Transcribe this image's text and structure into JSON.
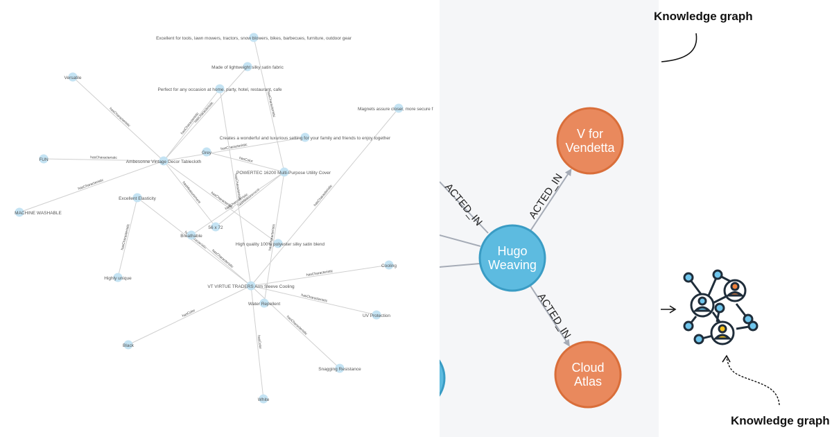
{
  "left_graph": {
    "nodes": [
      {
        "id": "excellent_tools",
        "label": "Excellent for tools, lawn mowers, tractors, snow blowers, bikes, barbecues, furniture, outdoor gear"
      },
      {
        "id": "satin_fabric",
        "label": "Made of lightweight silky satin fabric"
      },
      {
        "id": "versatile",
        "label": "Versatile"
      },
      {
        "id": "occasion",
        "label": "Perfect for any occasion at home, party, hotel, restaurant, cafe"
      },
      {
        "id": "magnets",
        "label": "Magnets assure closer, more secure f"
      },
      {
        "id": "creates",
        "label": "Creates a wonderful and luxurious setting for your family and friends to enjoy together"
      },
      {
        "id": "grey",
        "label": "Grey"
      },
      {
        "id": "fun",
        "label": "FUN"
      },
      {
        "id": "ambesonne",
        "label": "Ambesonne Vintage Decor Tablecloth"
      },
      {
        "id": "powertec",
        "label": "POWERTEC 16200 Multi-Purpose Utility Cover"
      },
      {
        "id": "elasticity",
        "label": "Excellent Elasticity"
      },
      {
        "id": "machine",
        "label": "MACHINE WASHABLE"
      },
      {
        "id": "size",
        "label": "56 x 72"
      },
      {
        "id": "breathable",
        "label": "Breathable"
      },
      {
        "id": "polyester",
        "label": "High quality 100% polyester silky satin blend"
      },
      {
        "id": "cooling",
        "label": "Cooling"
      },
      {
        "id": "unique",
        "label": "Highly unique"
      },
      {
        "id": "vt",
        "label": "VT VIRTUE TRADERS Arm Sleeve Cooling"
      },
      {
        "id": "water",
        "label": "Water Repellent"
      },
      {
        "id": "uv",
        "label": "UV Protection"
      },
      {
        "id": "black",
        "label": "Black"
      },
      {
        "id": "snagging",
        "label": "Snagging Resistance"
      },
      {
        "id": "white",
        "label": "White"
      }
    ],
    "edges": [
      {
        "source": "powertec",
        "target": "excellent_tools",
        "label": "hasCharacteristic"
      },
      {
        "source": "ambesonne",
        "target": "satin_fabric",
        "label": "hasCharacteristic"
      },
      {
        "source": "ambesonne",
        "target": "versatile",
        "label": "hasCharacteristic"
      },
      {
        "source": "ambesonne",
        "target": "occasion",
        "label": "hasCharacteristic"
      },
      {
        "source": "vt",
        "target": "magnets",
        "label": "hasCharacteristic"
      },
      {
        "source": "ambesonne",
        "target": "creates",
        "label": "hasCharacteristic"
      },
      {
        "source": "ambesonne",
        "target": "fun",
        "label": "hasCharacteristic"
      },
      {
        "source": "ambesonne",
        "target": "machine",
        "label": "hasCharacteristic"
      },
      {
        "source": "ambesonne",
        "target": "size",
        "label": "hasMeasurement"
      },
      {
        "source": "ambesonne",
        "target": "polyester",
        "label": "hasCharacteristic"
      },
      {
        "source": "powertec",
        "target": "grey",
        "label": "hasColor"
      },
      {
        "source": "powertec",
        "target": "size",
        "label": "hasMeasurement"
      },
      {
        "source": "powertec",
        "target": "breathable",
        "label": "hasCharacteristic"
      },
      {
        "source": "powertec",
        "target": "water",
        "label": "hasCharacteristic"
      },
      {
        "source": "vt",
        "target": "elasticity",
        "label": "hasCharacteristic"
      },
      {
        "source": "vt",
        "target": "breathable",
        "label": "hasCharacteristic"
      },
      {
        "source": "vt",
        "target": "occasion",
        "label": "hasCharacteristic"
      },
      {
        "source": "vt",
        "target": "cooling",
        "label": "hasCharacteristic"
      },
      {
        "source": "vt",
        "target": "uv",
        "label": "hasCharacteristic"
      },
      {
        "source": "vt",
        "target": "black",
        "label": "hasColor"
      },
      {
        "source": "vt",
        "target": "snagging",
        "label": "hasCharacteristic"
      },
      {
        "source": "vt",
        "target": "white",
        "label": "hasColor"
      },
      {
        "source": "elasticity",
        "target": "unique",
        "label": "hasCharacteristic"
      }
    ],
    "node_color": "#c4e3f3",
    "edge_color": "#cfcfcf",
    "label_color": "#555555"
  },
  "neo4j_panel": {
    "center": {
      "id": "hugo",
      "label_lines": [
        "Hugo",
        "Weaving"
      ],
      "fill": "#5dbbe0",
      "stroke": "#3a9cc4"
    },
    "movies": [
      {
        "id": "vfor",
        "label_lines": [
          "V for",
          "Vendetta"
        ],
        "fill": "#e9895d",
        "stroke": "#d96e3a"
      },
      {
        "id": "cloud",
        "label_lines": [
          "Cloud",
          "Atlas"
        ],
        "fill": "#e9895d",
        "stroke": "#d96e3a"
      }
    ],
    "edges": [
      {
        "source": "hugo",
        "target": "vfor",
        "label": "ACTED_IN"
      },
      {
        "source": "hugo",
        "target": "cloud",
        "label": "ACTED_IN"
      },
      {
        "source": "offscreen",
        "target": "hugo",
        "label": "ACTED_IN"
      }
    ],
    "edge_color": "#a5abb6"
  },
  "right_panel": {
    "title_top": "Knowledge graph",
    "title_bottom": "Knowledge graph",
    "icon_name": "knowledge-graph-network-icon"
  }
}
